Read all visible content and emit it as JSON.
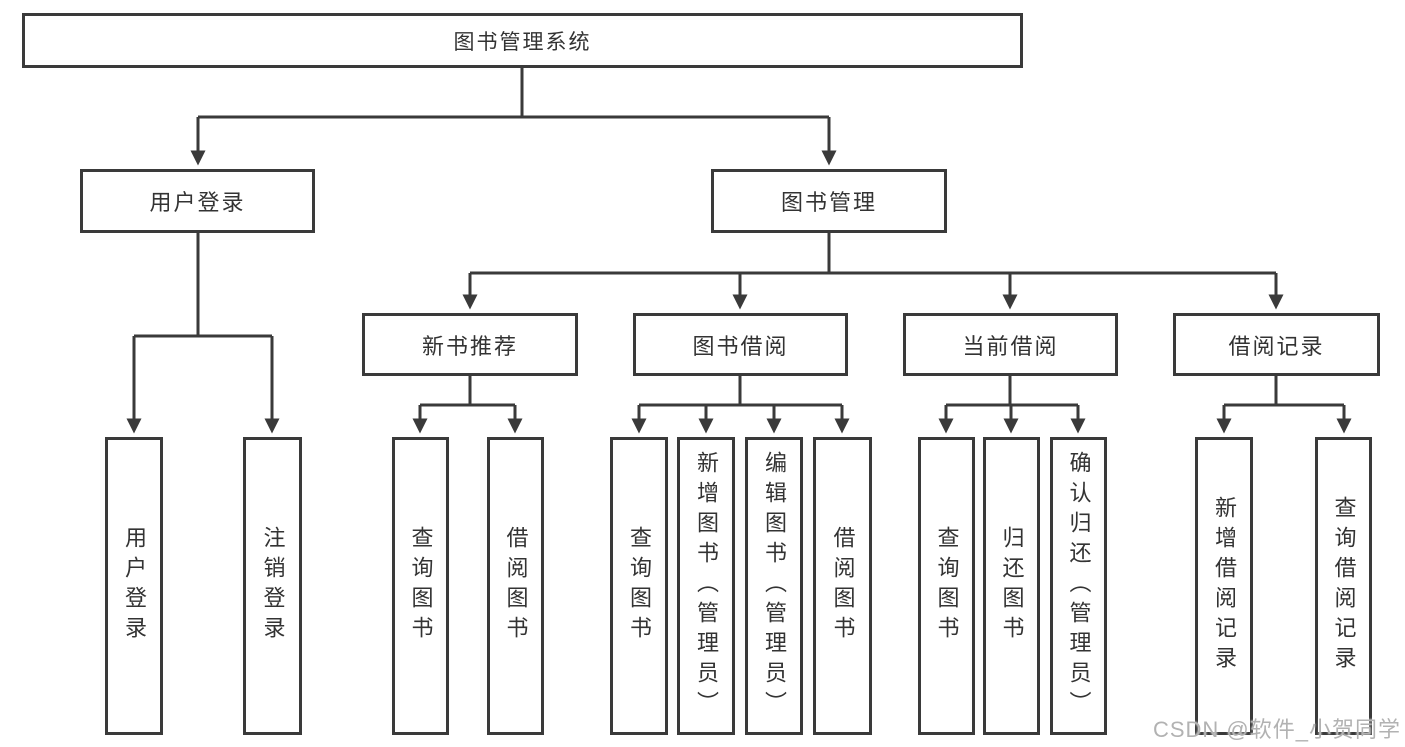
{
  "tree": {
    "root": "图书管理系统",
    "branches": [
      {
        "label": "用户登录",
        "leaves": [
          "用户登录",
          "注销登录"
        ]
      },
      {
        "label": "图书管理",
        "groups": [
          {
            "label": "新书推荐",
            "leaves": [
              "查询图书",
              "借阅图书"
            ]
          },
          {
            "label": "图书借阅",
            "leaves": [
              "查询图书",
              "新增图书（管理员）",
              "编辑图书（管理员）",
              "借阅图书"
            ]
          },
          {
            "label": "当前借阅",
            "leaves": [
              "查询图书",
              "归还图书",
              "确认归还（管理员）"
            ]
          },
          {
            "label": "借阅记录",
            "leaves": [
              "新增借阅记录",
              "查询借阅记录"
            ]
          }
        ]
      }
    ]
  },
  "watermark": "CSDN @软件_小贺同学",
  "colors": {
    "line": "#3a3a3a",
    "box_border": "#3a3a3a",
    "text": "#333333",
    "background": "#ffffff",
    "watermark": "#b2b2b2"
  }
}
